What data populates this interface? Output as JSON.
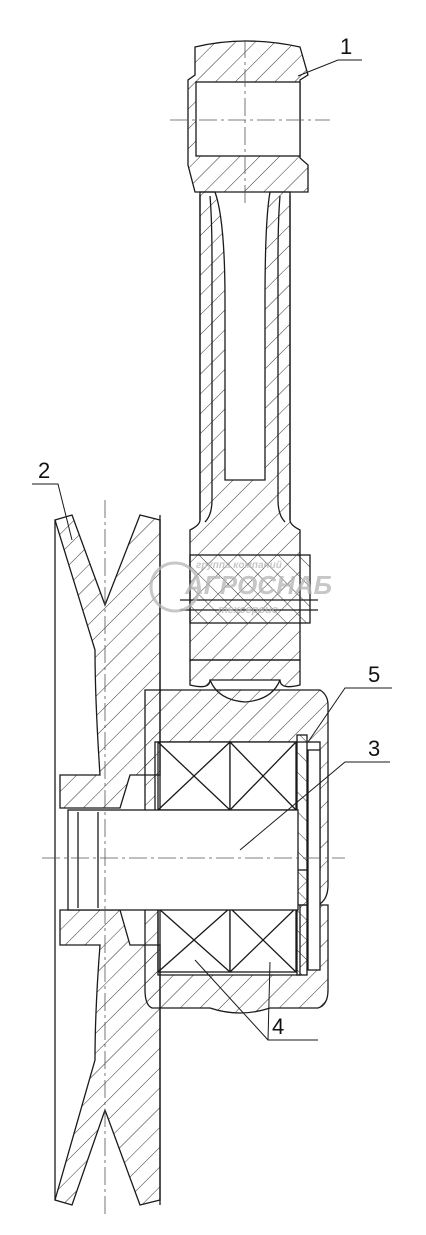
{
  "callouts": [
    {
      "id": "1",
      "label": "1"
    },
    {
      "id": "2",
      "label": "2"
    },
    {
      "id": "3",
      "label": "3"
    },
    {
      "id": "4",
      "label": "4"
    },
    {
      "id": "5",
      "label": "5"
    }
  ],
  "watermark": {
    "line1": "группа компаний",
    "line2": "АГРОСНАБ",
    "line3": "техсервис"
  },
  "colors": {
    "line": "#1a1a1a",
    "hatch": "#333333",
    "watermark": "#b5b5b5",
    "background": "#ffffff"
  }
}
